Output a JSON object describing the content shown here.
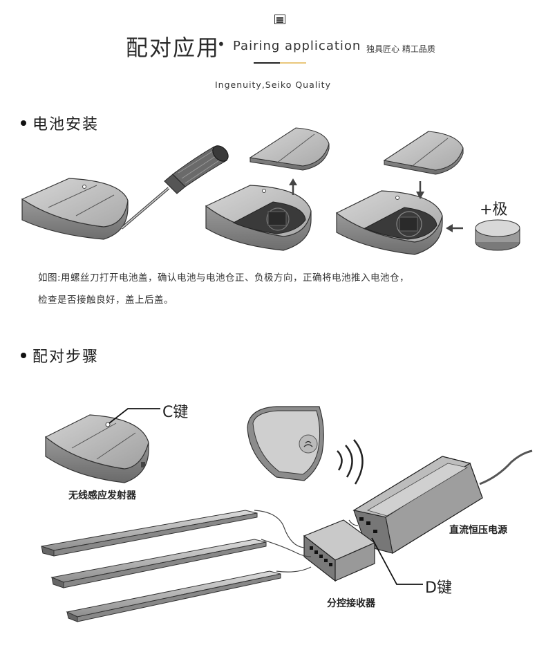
{
  "header": {
    "title_cn": "配对应用",
    "title_dot": "•",
    "title_en": "Pairing application",
    "tagline": "独具匠心 精工品质",
    "subtitle": "Ingenuity,Seiko Quality"
  },
  "battery_section": {
    "title": "电池安装",
    "plus_pole_label": "+极",
    "desc_line1": "如图:用螺丝刀打开电池盖，确认电池与电池仓正、负极方向，正确将电池推入电池仓，",
    "desc_line2": "检查是否接触良好，盖上后盖。"
  },
  "pairing_section": {
    "title": "配对步骤",
    "c_key_label": "C键",
    "d_key_label": "D键",
    "transmitter_label": "无线感应发射器",
    "power_label": "直流恒压电源",
    "receiver_label": "分控接收器"
  }
}
